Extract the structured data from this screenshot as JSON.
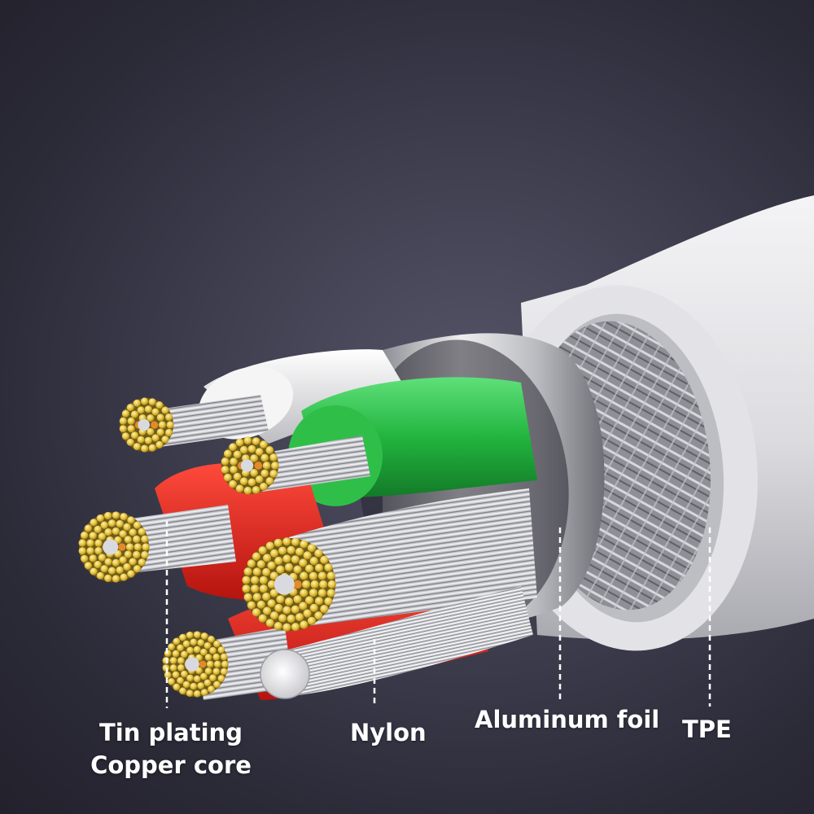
{
  "labels": {
    "tin_plating": "Tin plating",
    "copper_core": "Copper core",
    "nylon": "Nylon",
    "aluminum_foil": "Aluminum foil",
    "tpe": "TPE"
  },
  "colors": {
    "background": "#34333f",
    "jacket": "#e8e8ea",
    "foil": "#cfd0d4",
    "braid": "#9a9ba2",
    "green_wire": "#2fc24a",
    "red_wire": "#e3221d",
    "white_wire": "#f2f2f2",
    "tin": "#e6c33c",
    "copper": "#e58a2a",
    "label_text": "#ffffff"
  }
}
